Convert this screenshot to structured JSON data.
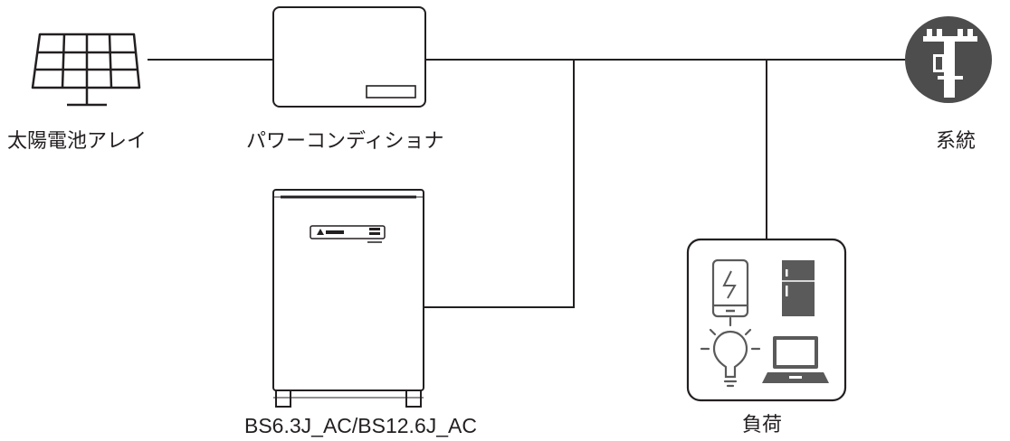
{
  "labels": {
    "solar_array": "太陽電池アレイ",
    "power_conditioner": "パワーコンディショナ",
    "grid": "系統",
    "battery": "BS6.3J_AC/BS12.6J_AC",
    "load": "負荷"
  },
  "icons": {
    "solar": "solar-panel-icon",
    "pcs": "power-conditioner-icon",
    "grid": "utility-pole-icon",
    "battery": "battery-unit-icon",
    "load": "household-load-icon",
    "smartphone": "smartphone-charging-icon",
    "fridge": "refrigerator-icon",
    "bulb": "light-bulb-icon",
    "laptop": "laptop-icon"
  },
  "colors": {
    "line": "#231f20",
    "grid_circle": "#4d4d4d",
    "appliance": "#5a5a5a"
  }
}
